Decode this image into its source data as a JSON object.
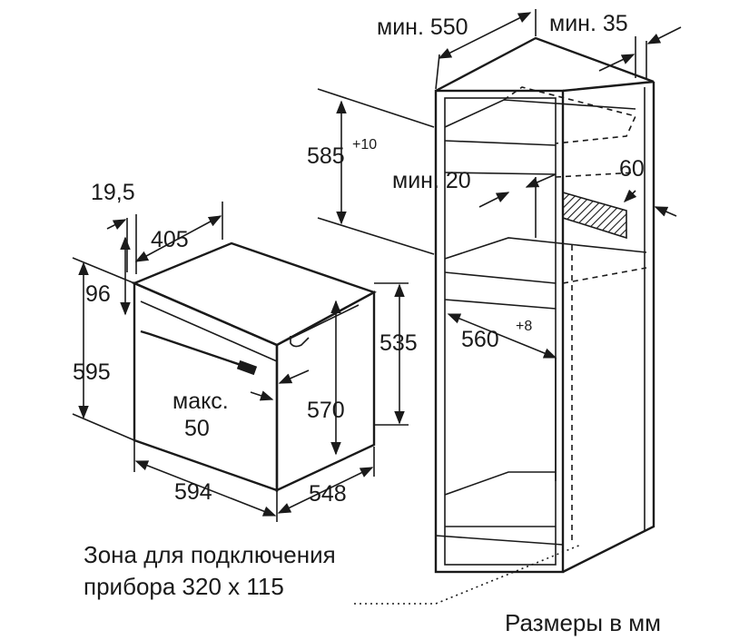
{
  "labels": {
    "min_550": "мин. 550",
    "min_35": "мин. 35",
    "h585": "585",
    "h585_sup": "+10",
    "min_20": "мин. 20",
    "d60": "60",
    "d19_5": "19,5",
    "d405": "405",
    "d96": "96",
    "d595": "595",
    "d535": "535",
    "w560": "560",
    "w560_sup": "+8",
    "max_line1": "макс.",
    "max_line2": "50",
    "d570": "570",
    "d594": "594",
    "d548": "548",
    "zone_line1": "Зона для подключения",
    "zone_line2": "прибора 320 х 115",
    "units": "Размеры в мм"
  }
}
